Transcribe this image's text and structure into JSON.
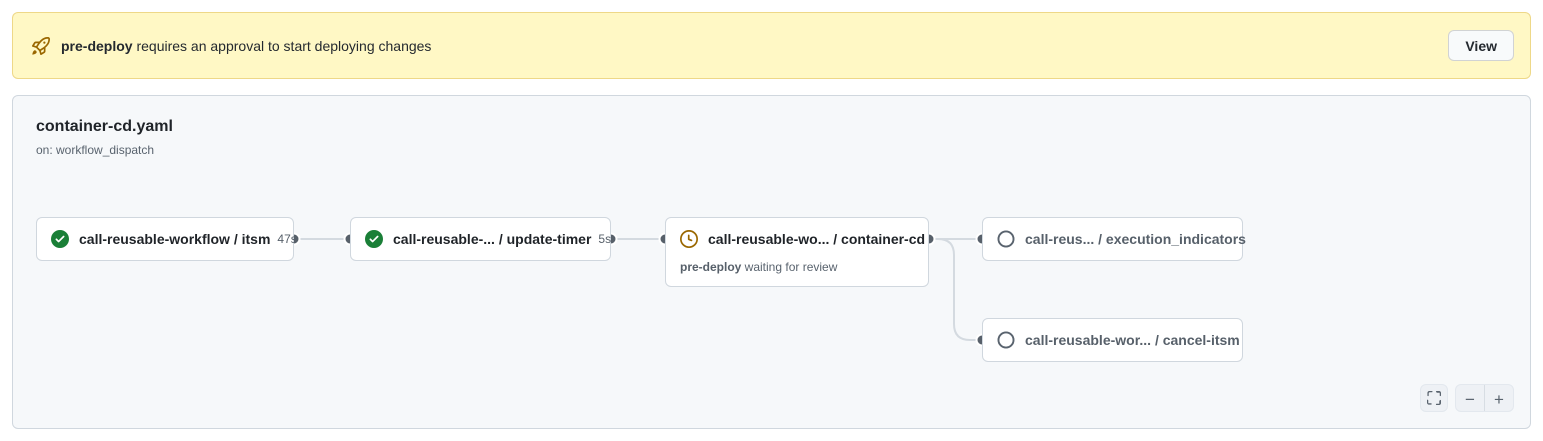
{
  "banner": {
    "icon": "rocket-icon",
    "highlight": "pre-deploy",
    "message": " requires an approval to start deploying changes",
    "view_button_label": "View"
  },
  "workflow": {
    "title": "container-cd.yaml",
    "trigger": "on: workflow_dispatch",
    "nodes": [
      {
        "id": "itsm",
        "status": "success",
        "icon": "check-circle-icon",
        "label": "call-reusable-workflow / itsm",
        "duration": "47s"
      },
      {
        "id": "update-timer",
        "status": "success",
        "icon": "check-circle-icon",
        "label": "call-reusable-... / update-timer",
        "duration": "5s"
      },
      {
        "id": "container-cd",
        "status": "waiting",
        "icon": "clock-icon",
        "label": "call-reusable-wo... / container-cd",
        "sub_bold": "pre-deploy",
        "sub_rest": " waiting for review"
      },
      {
        "id": "execution_indicators",
        "status": "pending",
        "icon": "pending-circle-icon",
        "label": "call-reus... / execution_indicators"
      },
      {
        "id": "cancel-itsm",
        "status": "pending",
        "icon": "pending-circle-icon",
        "label": "call-reusable-wor... / cancel-itsm"
      }
    ]
  },
  "controls": {
    "fullscreen_icon": "screen-full-icon",
    "zoom_out_label": "−",
    "zoom_in_label": "+"
  },
  "colors": {
    "banner_bg": "#fff8c5",
    "banner_border": "rgba(212,167,44,0.4)",
    "attention": "#9a6700",
    "success": "#1a7f37",
    "panel_bg": "#f6f8fa",
    "card_bg": "#ffffff",
    "card_border": "#d0d7de",
    "connector_line": "#d4dae0",
    "connector_dot": "#57606a",
    "text_primary": "#1f2328",
    "text_muted": "#59636e"
  }
}
